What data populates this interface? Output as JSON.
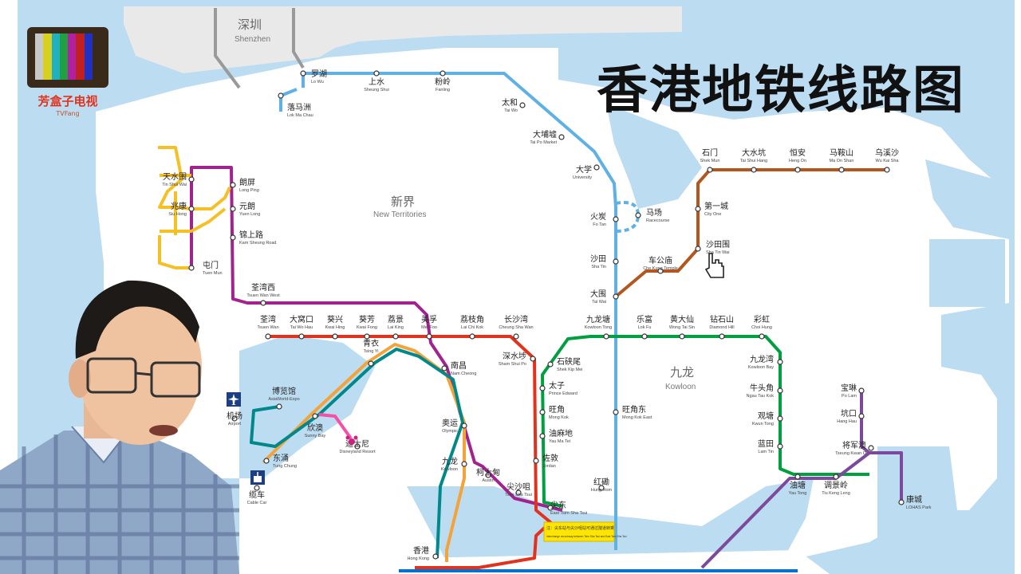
{
  "title": "香港地铁线路图",
  "logo": {
    "text": "芳盒子电视",
    "sub": "TVFang"
  },
  "colors": {
    "sea": "#bcdcf2",
    "land": "#ffffff",
    "east_rail": "#5eb0e5",
    "tsuen_wan": "#e2321c",
    "kwun_tong": "#00a040",
    "island": "#0071ce",
    "tung_chung": "#f3a33a",
    "west_rail": "#a3238e",
    "ma_on_shan": "#b5561f",
    "tseung_kwan_o": "#7d499d",
    "south_island": "#bac429",
    "airport_express": "#00888a",
    "disneyland": "#f550a6",
    "tuen_ma": "#9a3b26"
  },
  "regions": {
    "shenzhen": {
      "cn": "深圳",
      "en": "Shenzhen"
    },
    "new_territories": {
      "cn": "新界",
      "en": "New Territories"
    },
    "kowloon": {
      "cn": "九龙",
      "en": "Kowloon"
    }
  },
  "stations": {
    "lo_wu": {
      "cn": "罗湖",
      "en": "Lo Wu"
    },
    "lok_ma_chau": {
      "cn": "落马洲",
      "en": "Lok Ma Chau"
    },
    "sheung_shui": {
      "cn": "上水",
      "en": "Sheung Shui"
    },
    "fanling": {
      "cn": "粉岭",
      "en": "Fanling"
    },
    "tai_wo": {
      "cn": "太和",
      "en": "Tai Wo"
    },
    "tai_po_market": {
      "cn": "大埔墟",
      "en": "Tai Po Market"
    },
    "university": {
      "cn": "大学",
      "en": "University"
    },
    "fo_tan": {
      "cn": "火炭",
      "en": "Fo Tan"
    },
    "racecourse": {
      "cn": "马场",
      "en": "Racecourse"
    },
    "sha_tin": {
      "cn": "沙田",
      "en": "Sha Tin"
    },
    "tai_wai": {
      "cn": "大围",
      "en": "Tai Wai"
    },
    "che_kung_temple": {
      "cn": "车公庙",
      "en": "Che Kung Temple"
    },
    "sha_tin_wai": {
      "cn": "沙田围",
      "en": "Sha Tin Wai"
    },
    "city_one": {
      "cn": "第一城",
      "en": "City One"
    },
    "shek_mun": {
      "cn": "石门",
      "en": "Shek Mun"
    },
    "tai_shui_hang": {
      "cn": "大水坑",
      "en": "Tai Shui Hang"
    },
    "heng_on": {
      "cn": "恒安",
      "en": "Heng On"
    },
    "ma_on_shan": {
      "cn": "马鞍山",
      "en": "Ma On Shan"
    },
    "wu_kai_sha": {
      "cn": "乌溪沙",
      "en": "Wu Kai Sha"
    },
    "tin_shui_wai": {
      "cn": "天水围",
      "en": "Tin Shui Wai"
    },
    "siu_hong": {
      "cn": "兆康",
      "en": "Siu Hong"
    },
    "long_ping": {
      "cn": "朗屏",
      "en": "Long Ping"
    },
    "yuen_long": {
      "cn": "元朗",
      "en": "Yuen Long"
    },
    "kam_sheung_road": {
      "cn": "锦上路",
      "en": "Kam Sheung Road"
    },
    "tuen_mun": {
      "cn": "屯门",
      "en": "Tuen Mun"
    },
    "tsuen_wan_west": {
      "cn": "荃湾西",
      "en": "Tsuen Wan West"
    },
    "tsuen_wan": {
      "cn": "荃湾",
      "en": "Tsuen Wan"
    },
    "tai_wo_hau": {
      "cn": "大窝口",
      "en": "Tai Wo Hau"
    },
    "kwai_hing": {
      "cn": "葵兴",
      "en": "Kwai Hing"
    },
    "kwai_fong": {
      "cn": "葵芳",
      "en": "Kwai Fong"
    },
    "lai_king": {
      "cn": "荔景",
      "en": "Lai King"
    },
    "mei_foo": {
      "cn": "美孚",
      "en": "Mei Foo"
    },
    "lai_chi_kok": {
      "cn": "荔枝角",
      "en": "Lai Chi Kok"
    },
    "cheung_sha_wan": {
      "cn": "长沙湾",
      "en": "Cheung Sha Wan"
    },
    "sham_shui_po": {
      "cn": "深水埗",
      "en": "Sham Shui Po"
    },
    "nam_cheong": {
      "cn": "南昌",
      "en": "Nam Cheong"
    },
    "kowloon_tong": {
      "cn": "九龙塘",
      "en": "Kowloon Tong"
    },
    "lok_fu": {
      "cn": "乐富",
      "en": "Lok Fu"
    },
    "wong_tai_sin": {
      "cn": "黄大仙",
      "en": "Wong Tai Sin"
    },
    "diamond_hill": {
      "cn": "钻石山",
      "en": "Diamond Hill"
    },
    "choi_hung": {
      "cn": "彩虹",
      "en": "Choi Hung"
    },
    "shek_kip_mei": {
      "cn": "石硖尾",
      "en": "Shek Kip Mei"
    },
    "prince_edward": {
      "cn": "太子",
      "en": "Prince Edward"
    },
    "mong_kok": {
      "cn": "旺角",
      "en": "Mong Kok"
    },
    "mong_kok_east": {
      "cn": "旺角东",
      "en": "Mong Kok East"
    },
    "yau_ma_tei": {
      "cn": "油麻地",
      "en": "Yau Ma Tei"
    },
    "jordan": {
      "cn": "佐敦",
      "en": "Jordan"
    },
    "tsim_sha_tsui": {
      "cn": "尖沙咀",
      "en": "Tsim Sha Tsui"
    },
    "east_tst": {
      "cn": "尖东",
      "en": "East Tsim Sha Tsui"
    },
    "hung_hom": {
      "cn": "红磡",
      "en": "Hung Hom"
    },
    "austin": {
      "cn": "柯士甸",
      "en": "Austin"
    },
    "olympic": {
      "cn": "奥运",
      "en": "Olympic"
    },
    "kowloon": {
      "cn": "九龙",
      "en": "Kowloon"
    },
    "hong_kong": {
      "cn": "香港",
      "en": "Hong Kong"
    },
    "tsing_yi": {
      "cn": "青衣",
      "en": "Tsing Yi"
    },
    "asiaworld_expo": {
      "cn": "博览馆",
      "en": "AsiaWorld-Expo"
    },
    "airport": {
      "cn": "机场",
      "en": "Airport"
    },
    "sunny_bay": {
      "cn": "欣澳",
      "en": "Sunny Bay"
    },
    "disneyland_resort": {
      "cn": "迪士尼",
      "en": "Disneyland Resort"
    },
    "tung_chung": {
      "cn": "东涌",
      "en": "Tung Chung"
    },
    "cable_car": {
      "cn": "缆车",
      "en": "Cable Car"
    },
    "kowloon_bay": {
      "cn": "九龙湾",
      "en": "Kowloon Bay"
    },
    "ngau_tau_kok": {
      "cn": "牛头角",
      "en": "Ngau Tau Kok"
    },
    "kwun_tong": {
      "cn": "观塘",
      "en": "Kwun Tong"
    },
    "lam_tin": {
      "cn": "蓝田",
      "en": "Lam Tin"
    },
    "yau_tong": {
      "cn": "油塘",
      "en": "Yau Tong"
    },
    "tiu_keng_leng": {
      "cn": "调景岭",
      "en": "Tiu Keng Leng"
    },
    "po_lam": {
      "cn": "宝琳",
      "en": "Po Lam"
    },
    "hang_hau": {
      "cn": "坑口",
      "en": "Hang Hau"
    },
    "tseung_kwan_o": {
      "cn": "将军澳",
      "en": "Tseung Kwan O"
    },
    "lohas_park": {
      "cn": "康城",
      "en": "LOHAS Park"
    }
  },
  "notice": {
    "cn": "注：尖东站与尖沙咀站可通过隧道转乘",
    "en": "Interchange via subway between Tsim Sha Tsui and East Tsim Sha Tsui"
  }
}
